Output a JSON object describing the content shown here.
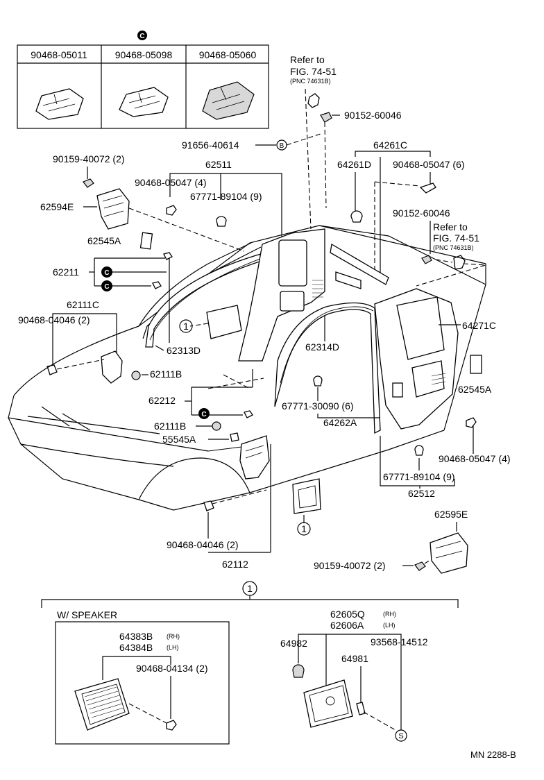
{
  "clip_table": {
    "symbol": "C",
    "headers": [
      "90468-05011",
      "90468-05098",
      "90468-05060"
    ]
  },
  "refer_top": {
    "line1": "Refer to",
    "line2": "FIG. 74-51",
    "line3": "(PNC 74631B)"
  },
  "refer_right": {
    "line1": "Refer to",
    "line2": "FIG. 74-51",
    "line3": "(PNC 74631B)"
  },
  "labels": {
    "p90152_60046_top": "90152-60046",
    "p91656_40614": "91656-40614",
    "sym_b": "B",
    "p64261C": "64261C",
    "p64261D": "64261D",
    "p90468_05047_6": "90468-05047 (6)",
    "p90159_40072_top": "90159-40072 (2)",
    "p62511": "62511",
    "p90468_05047_4_top": "90468-05047 (4)",
    "p67771_89104_top": "67771-89104 (9)",
    "p62594E": "62594E",
    "p90152_60046_right": "90152-60046",
    "p62545A_left": "62545A",
    "p62211": "62211",
    "sym_c": "C",
    "p62111C": "62111C",
    "p90468_04046_left": "90468-04046 (2)",
    "ref_one": "1",
    "p62313D": "62313D",
    "p62314D": "62314D",
    "p64271C": "64271C",
    "p62111B_mid": "62111B",
    "p62545A_right": "62545A",
    "p62212": "62212",
    "p67771_30090": "67771-30090 (6)",
    "p64262A": "64262A",
    "p62111B_low": "62111B",
    "p55545A": "55545A",
    "p90468_05047_4_right": "90468-05047 (4)",
    "p67771_89104_low": "67771-89104 (9)",
    "p62512": "62512",
    "p62595E": "62595E",
    "p90468_04046_low": "90468-04046 (2)",
    "p90159_40072_low": "90159-40072 (2)",
    "p62112": "62112"
  },
  "detail": {
    "symbol": "1",
    "speaker_title": "W/ SPEAKER",
    "p64383B": "64383B",
    "rh": "(RH)",
    "p64384B": "64384B",
    "lh": "(LH)",
    "p90468_04134": "90468-04134 (2)",
    "p62605Q": "62605Q",
    "p62606A": "62606A",
    "p64982": "64982",
    "p64981": "64981",
    "p93568_14512": "93568-14512",
    "sym_s": "S"
  },
  "footer": {
    "code": "MN 2288-B"
  }
}
